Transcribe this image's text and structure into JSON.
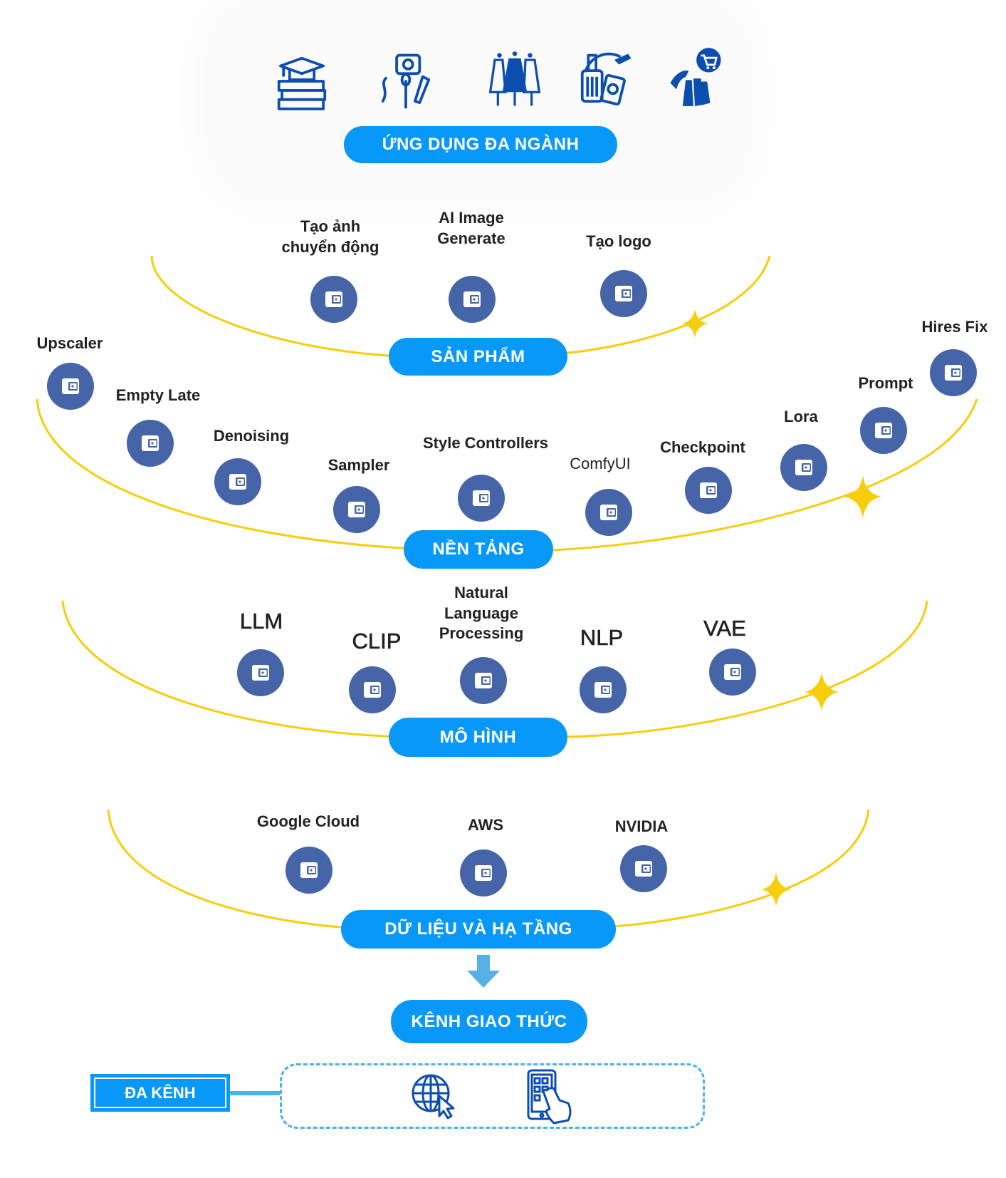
{
  "colors": {
    "pill": "#0898fa",
    "node": "#4665a8",
    "arc": "#f8cd0a",
    "icon_blue": "#0c4eaf",
    "arrow": "#56b0e6",
    "text": "#222222"
  },
  "industries": {
    "icons": [
      "education-icon",
      "creative-arts-icon",
      "fashion-icon",
      "travel-icon",
      "shopping-icon"
    ],
    "label": "ỨNG DỤNG ĐA NGÀNH"
  },
  "layers": [
    {
      "id": "san-pham",
      "label": "SẢN PHẨM",
      "items": [
        {
          "label": "Tạo ảnh\nchuyển động",
          "icon": "wallet-icon"
        },
        {
          "label": "AI Image\nGenerate",
          "icon": "wallet-icon"
        },
        {
          "label": "Tạo logo",
          "icon": "wallet-icon"
        }
      ]
    },
    {
      "id": "nen-tang",
      "label": "NỀN TẢNG",
      "items": [
        {
          "label": "Upscaler",
          "icon": "wallet-icon"
        },
        {
          "label": "Empty Late",
          "icon": "wallet-icon"
        },
        {
          "label": "Denoising",
          "icon": "wallet-icon"
        },
        {
          "label": "Sampler",
          "icon": "wallet-icon"
        },
        {
          "label": "Style Controllers",
          "icon": "wallet-icon"
        },
        {
          "label": "ComfyUI",
          "icon": "wallet-icon"
        },
        {
          "label": "Checkpoint",
          "icon": "wallet-icon"
        },
        {
          "label": "Lora",
          "icon": "wallet-icon"
        },
        {
          "label": "Prompt",
          "icon": "wallet-icon"
        },
        {
          "label": "Hires Fix",
          "icon": "wallet-icon"
        }
      ]
    },
    {
      "id": "mo-hinh",
      "label": "MÔ HÌNH",
      "items": [
        {
          "label": "LLM",
          "icon": "wallet-icon"
        },
        {
          "label": "CLIP",
          "icon": "wallet-icon"
        },
        {
          "label": "Natural\nLanguage\nProcessing",
          "icon": "wallet-icon"
        },
        {
          "label": "NLP",
          "icon": "wallet-icon"
        },
        {
          "label": "VAE",
          "icon": "wallet-icon"
        }
      ]
    },
    {
      "id": "du-lieu",
      "label": "DỮ LIỆU VÀ HẠ TẦNG",
      "items": [
        {
          "label": "Google Cloud",
          "icon": "wallet-icon"
        },
        {
          "label": "AWS",
          "icon": "wallet-icon"
        },
        {
          "label": "NVIDIA",
          "icon": "wallet-icon"
        }
      ]
    }
  ],
  "protocol": {
    "label": "KÊNH GIAO THỨC"
  },
  "multichannel": {
    "label": "ĐA KÊNH",
    "channels": [
      "web-globe-cursor-icon",
      "mobile-app-touch-icon"
    ]
  }
}
